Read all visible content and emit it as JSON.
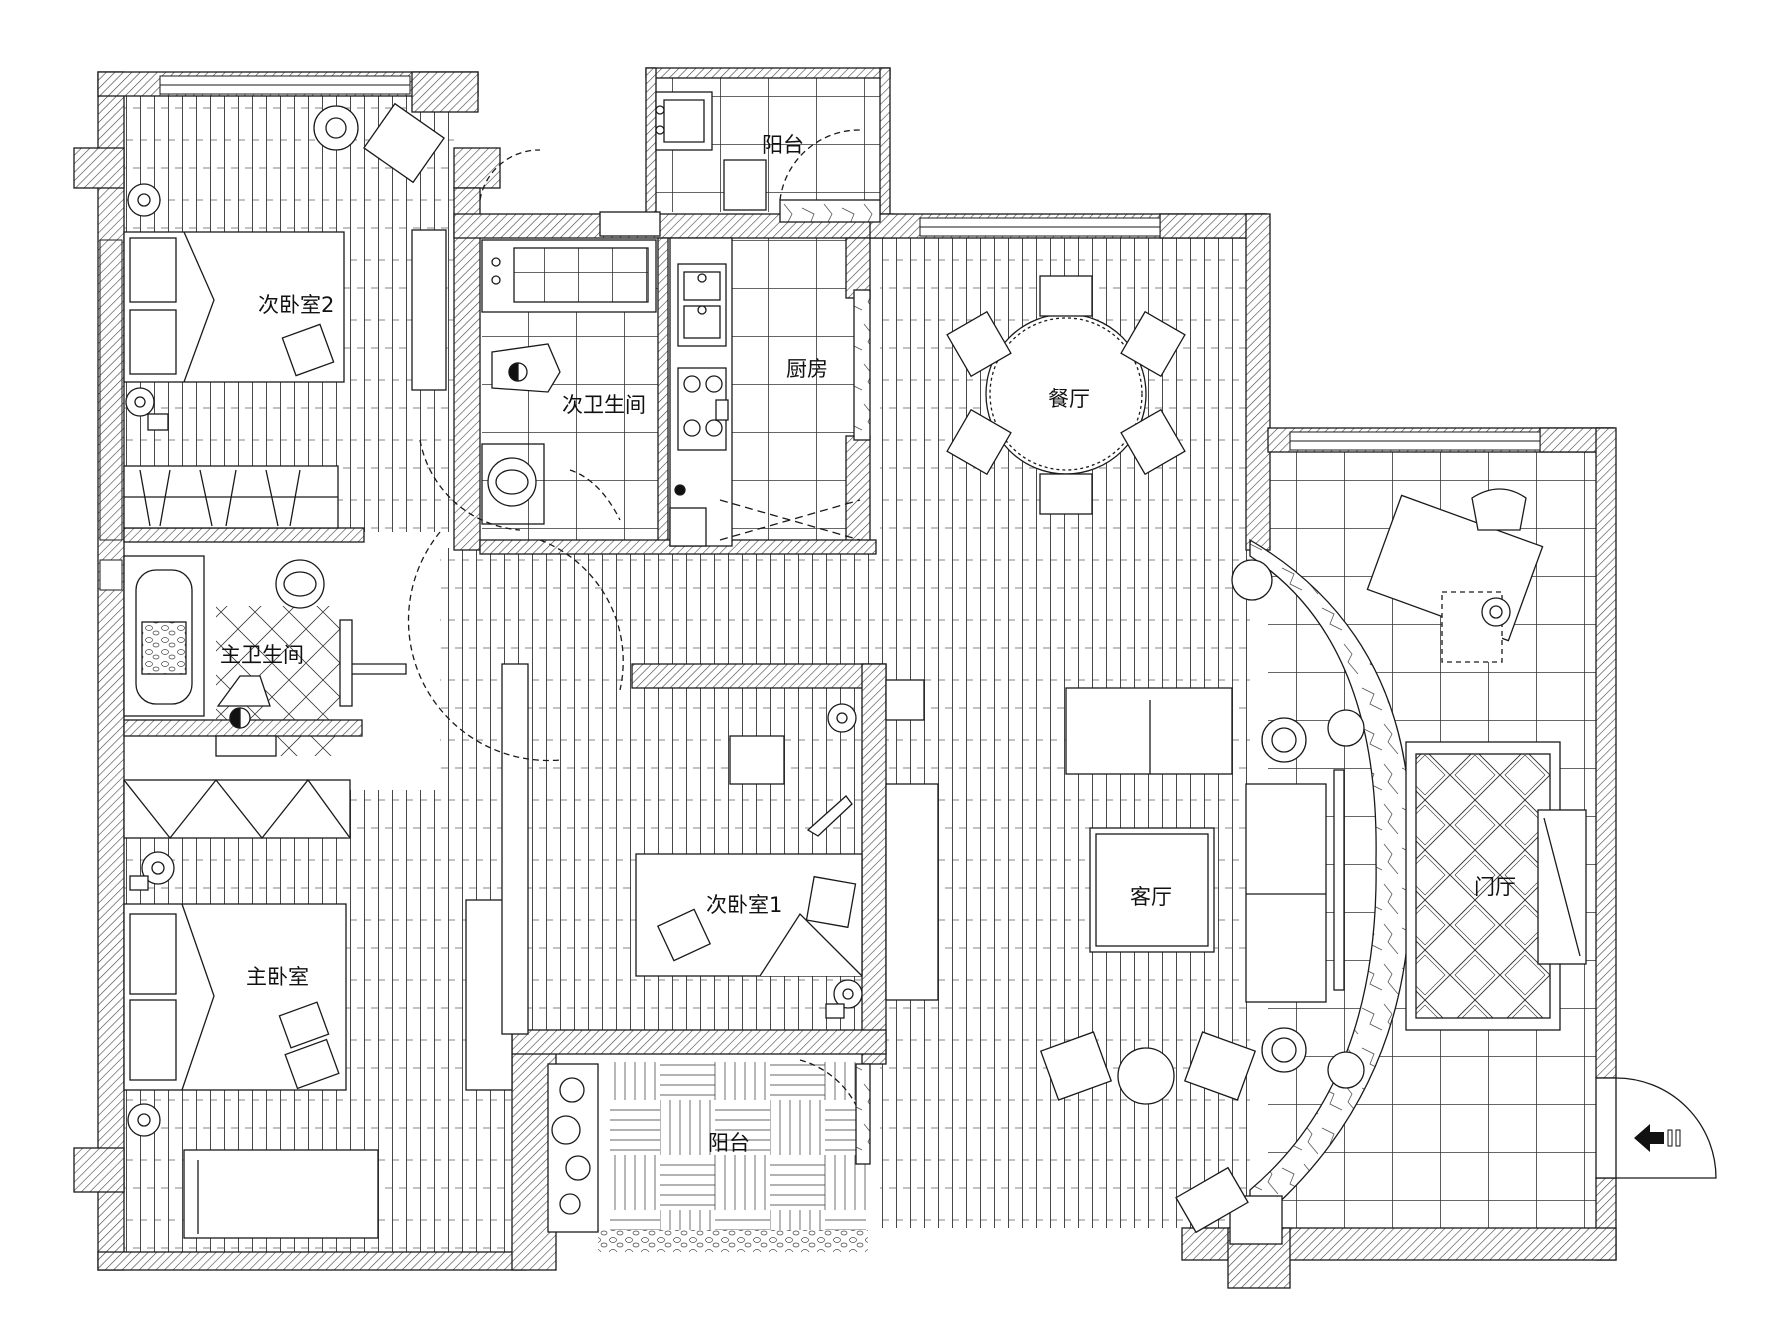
{
  "rooms": {
    "bedroom2": "次卧室2",
    "bath2": "次卫生间",
    "kitchen": "厨房",
    "balcony_top": "阳台",
    "dining": "餐厅",
    "master_bath": "主卫生间",
    "bedroom1": "次卧室1",
    "living": "客厅",
    "foyer": "门厅",
    "master_bedroom": "主卧室",
    "balcony_bottom": "阳台"
  },
  "icons": {
    "entrance": "arrow-left-icon"
  },
  "colors": {
    "line": "#1a1a1a",
    "wall_hatch": "#555555",
    "background": "#ffffff"
  }
}
